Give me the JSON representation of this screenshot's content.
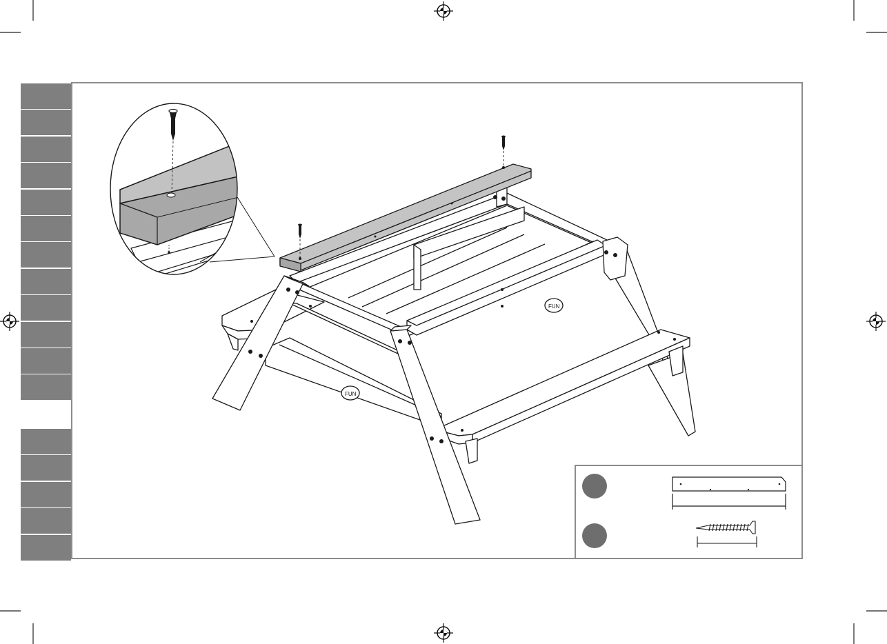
{
  "colors": {
    "tab_gray": "#7f7f80",
    "frame_gray": "#8c8c8c",
    "board_gray": "#bdbdbd",
    "board_dark": "#a6a6a6",
    "line": "#1a1a1a",
    "badge": "#6e6e6e"
  },
  "icons": {
    "registration_mark": "registration-mark-icon",
    "screw": "screw-icon",
    "logo": "brand-logo-icon"
  },
  "language_tabs": {
    "group_top_count": 12,
    "group_bottom_count": 5
  },
  "parts": [
    {
      "badge": "",
      "part": "board"
    },
    {
      "badge": "",
      "part": "screw"
    }
  ]
}
